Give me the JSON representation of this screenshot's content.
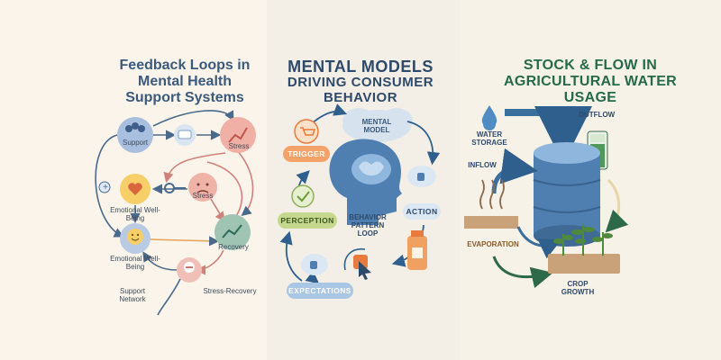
{
  "panel1": {
    "title_line1": "Feedback Loops in",
    "title_line2": "Mental Health",
    "title_line3": "Support Systems",
    "support": "Support",
    "stress_top": "Stress",
    "stress_mid": "Stress",
    "emotional_wellbeing_1": "Emotional Well-Being",
    "emotional_wellbeing_2": "Emotional Well-Being",
    "recovery": "Recovery",
    "support_network": "Support Network",
    "stress_recovery": "Stress-Recovery",
    "plus_sign": "+",
    "colors": {
      "title": "#3b5a7c",
      "support": "#9fb6d8",
      "stress": "#e8a39a",
      "wellbeing": "#f5c55a",
      "recovery": "#8fb7a6"
    }
  },
  "panel2": {
    "title_line1": "MENTAL MODELS",
    "title_line2": "DRIVING CONSUMER",
    "title_line3": "BEHAVIOR",
    "mental_model": "MENTAL MODEL",
    "trigger": "TRIGGER",
    "action": "ACTION",
    "perception": "PERCEPTION",
    "expectations": "EXPECTATIONS",
    "behavior_loop": "BEHAVIOR PATTERN LOOP",
    "colors": {
      "title": "#2e4a6a",
      "trigger": "#e87a3e",
      "action": "#4f7fb0",
      "perception": "#a7c06a",
      "expectations": "#6d9bc8"
    }
  },
  "panel3": {
    "title_line1": "STOCK & FLOW IN",
    "title_line2": "AGRICULTURAL WATER",
    "title_line3": "USAGE",
    "water_storage": "WATER STORAGE",
    "outflow": "OUTFLOW",
    "inflow": "INFLOW",
    "evaporation": "EVAPORATION",
    "crop_growth": "CROP GROWTH",
    "colors": {
      "title": "#256a4a",
      "tank": "#4f7fb0",
      "inflow": "#3a6f9e",
      "outflow": "#8fbfc6",
      "crop": "#4f8a3a"
    }
  }
}
